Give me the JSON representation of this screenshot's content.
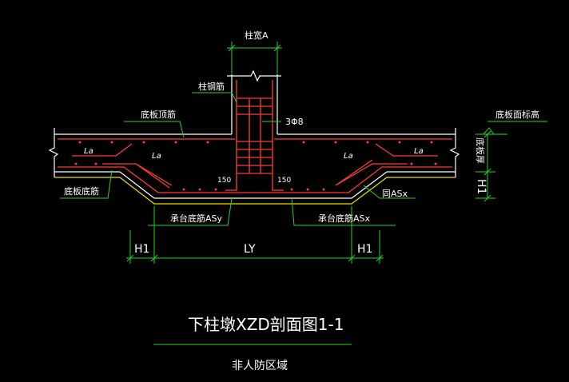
{
  "colors": {
    "background": "#000000",
    "concrete_outline": "#ffffff",
    "rebar": "#ff3b3b",
    "dimension": "#28d228",
    "soil_line": "#e8e000"
  },
  "labels": {
    "column_width": "柱宽A",
    "column_rebar": "柱钢筋",
    "slab_top_rebar": "底板顶筋",
    "stirrup": "3Φ8",
    "slab_top_elevation": "底板面标高",
    "slab_thickness": "底板厚",
    "slab_bottom_rebar": "底板底筋",
    "la_1": "La",
    "la_2": "La",
    "la_3": "La",
    "la_4": "La",
    "dim_150_left": "150",
    "dim_150_right": "150",
    "same_asx": "同ASx",
    "cap_bottom_asy": "承台底筋ASy",
    "cap_bottom_asx": "承台底筋ASx"
  },
  "dimensions": {
    "h1_left": "H1",
    "ly": "LY",
    "h1_right": "H1",
    "h1_vertical": "H1"
  },
  "title": {
    "main": "下柱墩XZD剖面图1-1",
    "sub": "非人防区域"
  }
}
